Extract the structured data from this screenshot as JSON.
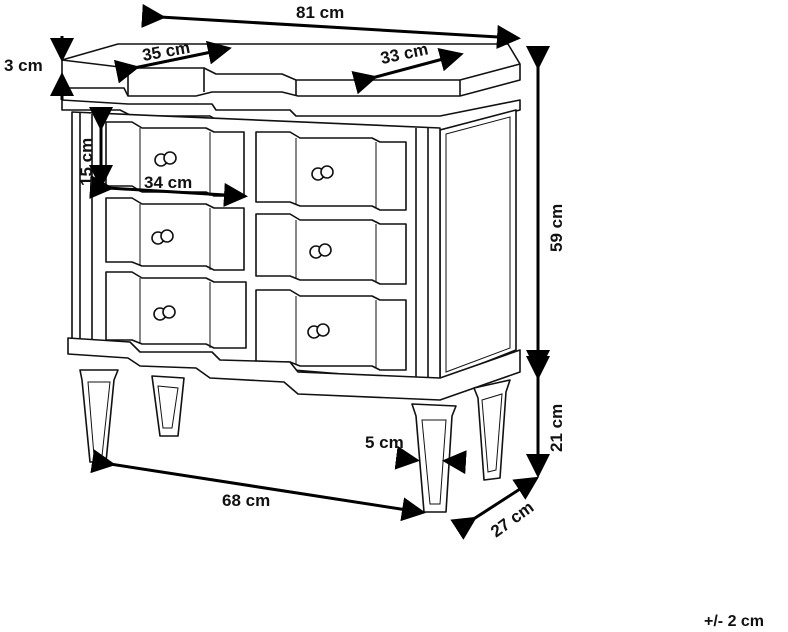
{
  "dimensions": {
    "total_width": "81 cm",
    "top_thickness": "3 cm",
    "top_left_depth": "35 cm",
    "top_right_depth": "33 cm",
    "drawer_height": "15 cm",
    "drawer_width": "34 cm",
    "body_height": "59 cm",
    "leg_height": "21 cm",
    "leg_width": "5 cm",
    "leg_spacing": "68 cm",
    "depth": "27 cm"
  },
  "tolerance": "+/- 2 cm"
}
